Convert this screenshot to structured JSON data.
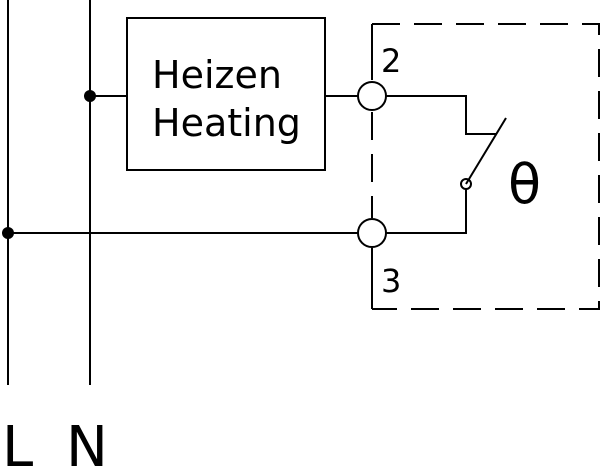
{
  "heater_box": {
    "line1": "Heizen",
    "line2": "Heating"
  },
  "terminals": {
    "top": "2",
    "bottom": "3"
  },
  "thermostat": {
    "symbol": "θ"
  },
  "rails": {
    "line": "L",
    "neutral": "N"
  },
  "colors": {
    "ink": "#000000",
    "background": "#ffffff"
  }
}
